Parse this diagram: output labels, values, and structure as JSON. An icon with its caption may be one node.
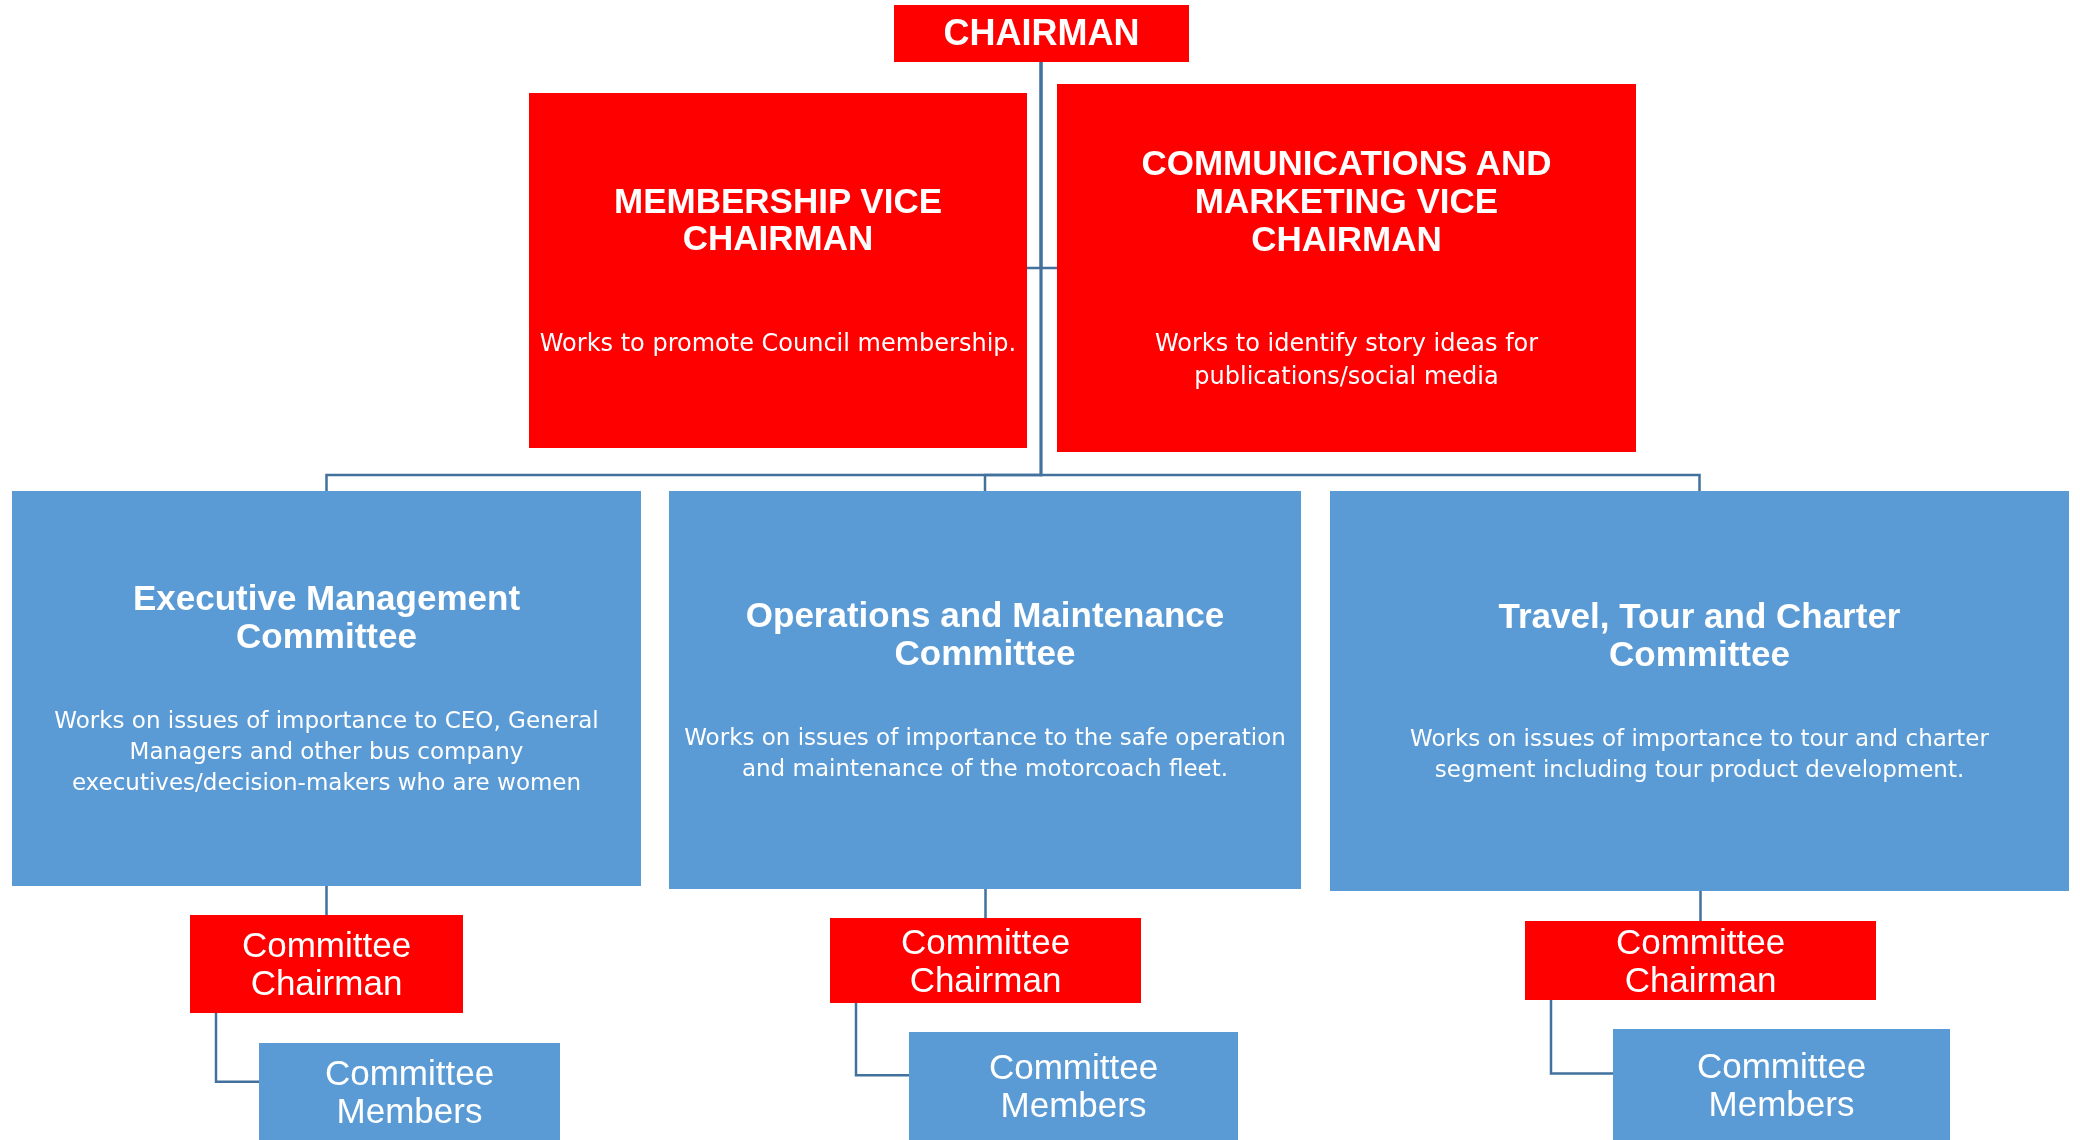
{
  "diagram": {
    "nodes": [
      {
        "text": [
          "CHAIRMAN"
        ]
      },
      {
        "text": [
          "MEMBERSHIP VICE CHAIRMAN",
          "Works to promote Council membership."
        ]
      },
      {
        "text": [
          "COMMUNICATIONS AND MARKETING VICE CHAIRMAN",
          "Works to identify story ideas for publications/social media"
        ]
      },
      {
        "text": [
          "Executive Management Committee",
          "Works on issues of importance to CEO, General Managers and other  bus company executives/decision-makers who are women"
        ]
      },
      {
        "text": [
          "Operations and Maintenance Committee",
          "Works on issues of importance to the safe operation and maintenance of the motorcoach fleet."
        ]
      },
      {
        "text": [
          "Travel, Tour and Charter Committee",
          "Works on issues of importance to tour and charter segment including tour product development."
        ]
      },
      {
        "text": [
          "Committee Chairman"
        ]
      },
      {
        "text": [
          "Committee Members"
        ]
      },
      {
        "text": [
          "Committee Chairman"
        ]
      },
      {
        "text": [
          "Committee Members"
        ]
      },
      {
        "text": [
          "Committee Chairman"
        ]
      },
      {
        "text": [
          "Committee Members"
        ]
      }
    ],
    "edges": [
      {
        "from": 0,
        "to": 1,
        "arrow": "none"
      },
      {
        "from": 0,
        "to": 2,
        "arrow": "none"
      },
      {
        "from": 0,
        "to": 3,
        "arrow": "none"
      },
      {
        "from": 0,
        "to": 4,
        "arrow": "none"
      },
      {
        "from": 0,
        "to": 5,
        "arrow": "none"
      },
      {
        "from": 3,
        "to": 6,
        "arrow": "none"
      },
      {
        "from": 6,
        "to": 7,
        "arrow": "none"
      },
      {
        "from": 4,
        "to": 8,
        "arrow": "none"
      },
      {
        "from": 8,
        "to": 9,
        "arrow": "none"
      },
      {
        "from": 5,
        "to": 10,
        "arrow": "none"
      },
      {
        "from": 10,
        "to": 11,
        "arrow": "none"
      }
    ]
  }
}
